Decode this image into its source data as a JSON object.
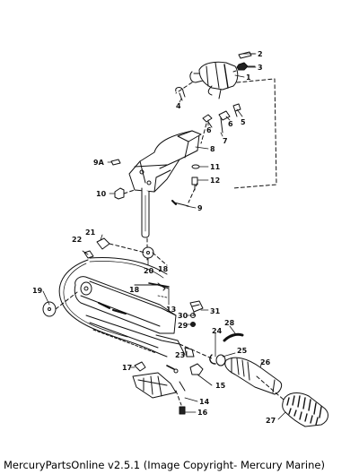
{
  "parts": [
    {
      "id": "p2",
      "label": "2"
    },
    {
      "id": "p3",
      "label": "3"
    },
    {
      "id": "p1",
      "label": "1"
    },
    {
      "id": "p4",
      "label": "4"
    },
    {
      "id": "p5",
      "label": "5"
    },
    {
      "id": "p6a",
      "label": "6"
    },
    {
      "id": "p6b",
      "label": "6"
    },
    {
      "id": "p7",
      "label": "7"
    },
    {
      "id": "p8",
      "label": "8"
    },
    {
      "id": "p9a",
      "label": "9A"
    },
    {
      "id": "p11",
      "label": "11"
    },
    {
      "id": "p12",
      "label": "12"
    },
    {
      "id": "p10",
      "label": "10"
    },
    {
      "id": "p9",
      "label": "9"
    },
    {
      "id": "p21",
      "label": "21"
    },
    {
      "id": "p22",
      "label": "22"
    },
    {
      "id": "p20",
      "label": "20"
    },
    {
      "id": "p18a",
      "label": "18"
    },
    {
      "id": "p18b",
      "label": "18"
    },
    {
      "id": "p19",
      "label": "19"
    },
    {
      "id": "p13",
      "label": "13"
    },
    {
      "id": "p31",
      "label": "31"
    },
    {
      "id": "p30",
      "label": "30"
    },
    {
      "id": "p29",
      "label": "29"
    },
    {
      "id": "p28",
      "label": "28"
    },
    {
      "id": "p24",
      "label": "24"
    },
    {
      "id": "p25",
      "label": "25"
    },
    {
      "id": "p23",
      "label": "23"
    },
    {
      "id": "p26",
      "label": "26"
    },
    {
      "id": "p17",
      "label": "17"
    },
    {
      "id": "p15",
      "label": "15"
    },
    {
      "id": "p14",
      "label": "14"
    },
    {
      "id": "p16",
      "label": "16"
    },
    {
      "id": "p27",
      "label": "27"
    }
  ],
  "footer": {
    "text": "MercuryPartsOnline v2.5.1 (Image Copyright- Mercury Marine)"
  }
}
